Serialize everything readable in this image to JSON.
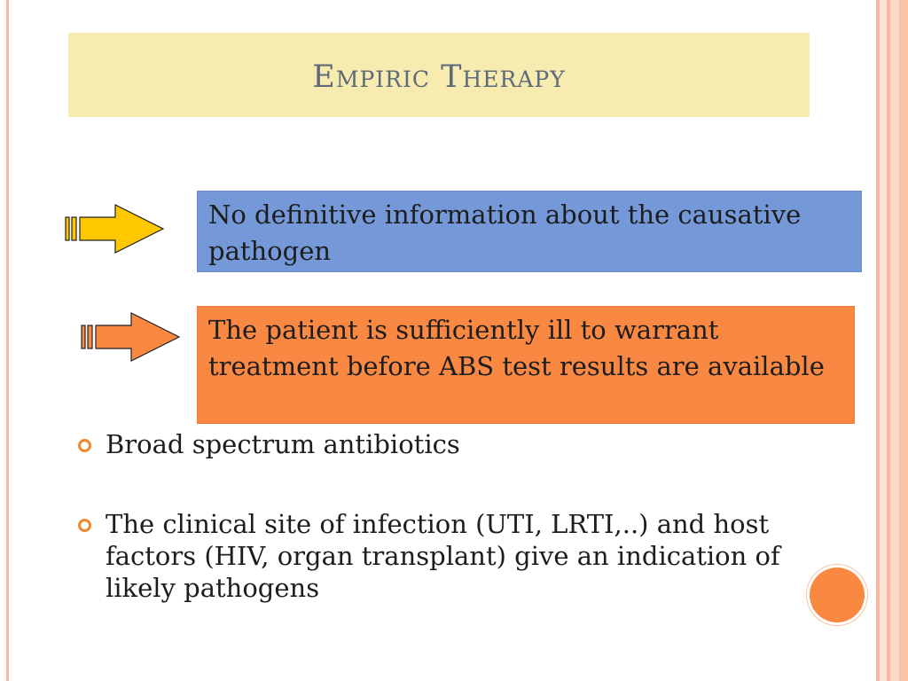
{
  "slide": {
    "title": "Empiric Therapy",
    "callouts": [
      {
        "text": "No definitive information about the causative pathogen",
        "arrow": "yellow-right-arrow-icon"
      },
      {
        "text": "The patient is sufficiently ill to warrant treatment before ABS test results are available",
        "arrow": "orange-right-arrow-icon"
      }
    ],
    "bullets": [
      "Broad spectrum antibiotics",
      "The clinical site of infection (UTI, LRTI,..) and host factors (HIV, organ transplant) give an indication of likely pathogens"
    ]
  },
  "colors": {
    "title_band": "#f8ebaf",
    "title_text": "#5d6a7a",
    "callout_blue": "#7599d8",
    "callout_orange": "#f98843",
    "arrow_yellow": "#ffc800",
    "bullet_marker": "#f0882e",
    "frame_accent": "#f6b8a4"
  }
}
